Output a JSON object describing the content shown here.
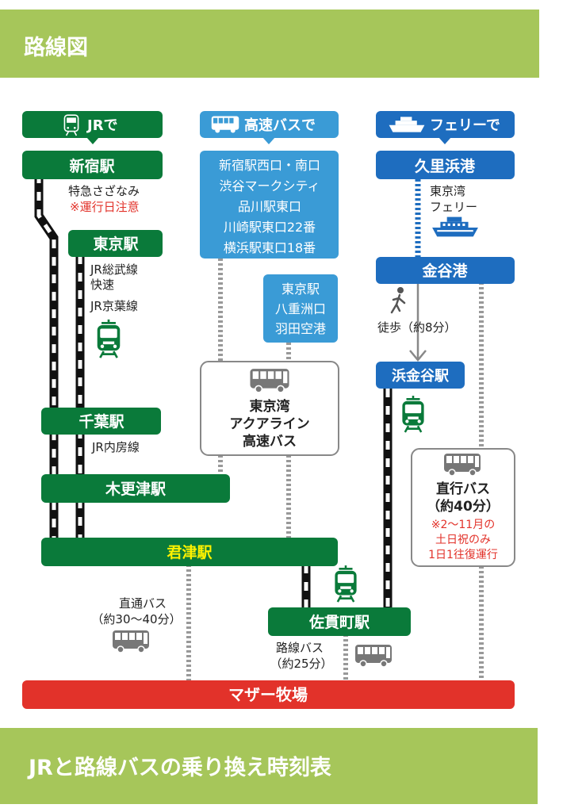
{
  "header": {
    "title": "路線図"
  },
  "footer": {
    "title": "JRと路線バスの乗り換え時刻表"
  },
  "columns": {
    "jr": "JRで",
    "bus": "高速バスで",
    "ferry": "フェリーで"
  },
  "stations": {
    "shinjuku": "新宿駅",
    "tokyo": "東京駅",
    "chiba": "千葉駅",
    "kisarazu": "木更津駅",
    "kimitsu": "君津駅",
    "sanukimachi": "佐貫町駅",
    "mother_farm": "マザー牧場",
    "kurihama": "久里浜港",
    "kanaya": "金谷港",
    "hamakanaya": "浜金谷駅"
  },
  "bus_stops_main": [
    "新宿駅西口・南口",
    "渋谷マークシティ",
    "品川駅東口",
    "川崎駅東口22番",
    "横浜駅東口18番"
  ],
  "bus_stops_tokyo": [
    "東京駅",
    "八重洲口",
    "羽田空港"
  ],
  "labels": {
    "tokkyu": "特急さざなみ",
    "operation_note": "※運行日注意",
    "jr_sobu_1": "JR総武線",
    "jr_sobu_2": "快速",
    "jr_keiyo": "JR京葉線",
    "jr_uchibo": "JR内房線",
    "aqua_1": "東京湾",
    "aqua_2": "アクアライン",
    "aqua_3": "高速バス",
    "ferry_1": "東京湾",
    "ferry_2": "フェリー",
    "walk": "徒歩（約8分）",
    "direct_1": "直行バス",
    "direct_2": "（約40分）",
    "direct_note_1": "※2～11月の",
    "direct_note_2": "土日祝のみ",
    "direct_note_3": "1日1往復運行",
    "through_bus_1": "直通バス",
    "through_bus_2": "（約30～40分）",
    "route_bus_1": "路線バス",
    "route_bus_2": "（約25分）"
  },
  "colors": {
    "jr_green": "#0a7a3a",
    "bus_blue": "#3a9bd6",
    "ferry_blue": "#1e6dbf",
    "red": "#e2322a",
    "yellow": "#fff200",
    "banner": "#a6c65a",
    "gray": "#888888"
  },
  "icons": [
    "train-icon",
    "bus-icon",
    "ship-icon",
    "walker-icon"
  ]
}
